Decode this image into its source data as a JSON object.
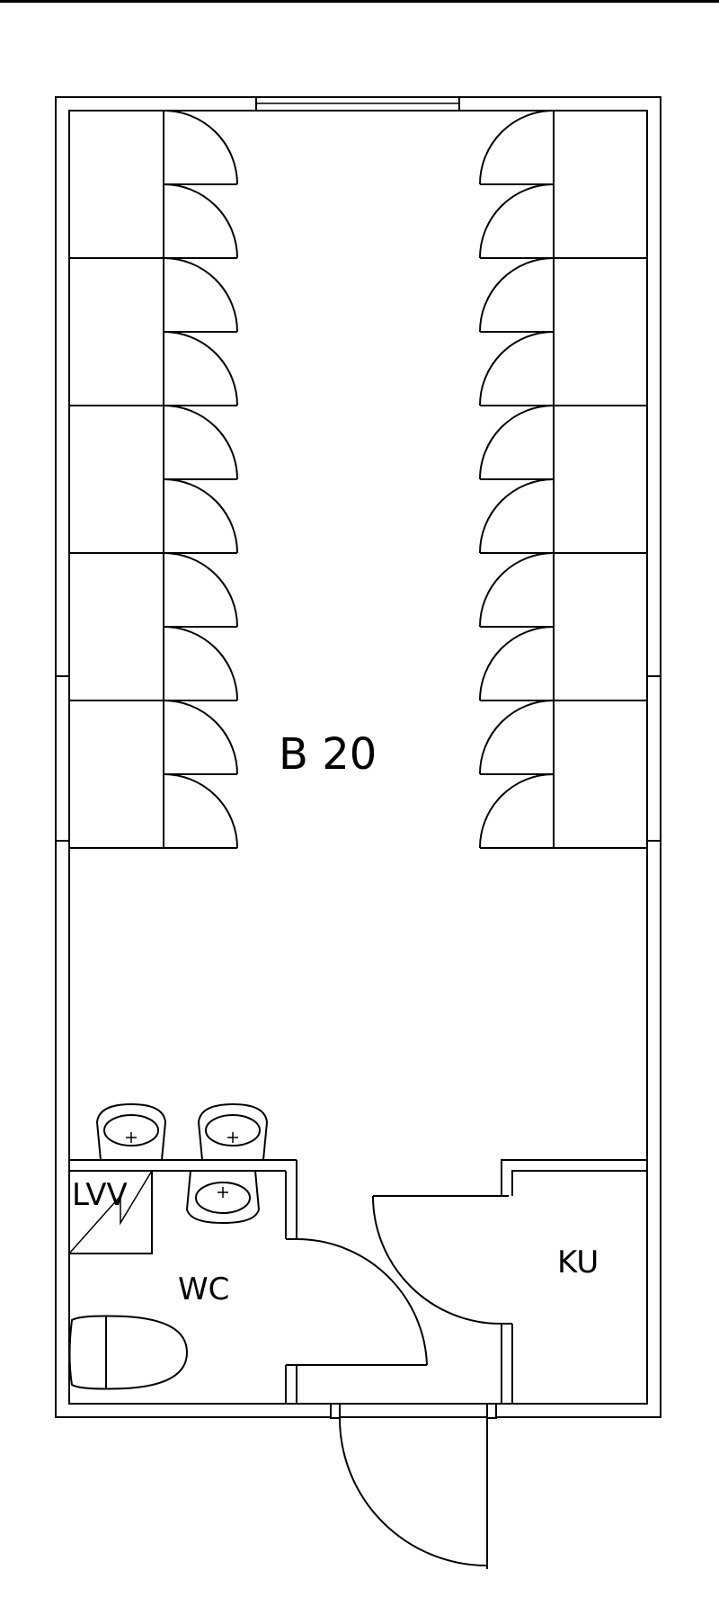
{
  "plan": {
    "room_main": "B 20",
    "room_wc": "WC",
    "room_ku": "KU",
    "equipment_lvv": "LVV",
    "locker_rows_per_side": 10
  },
  "colors": {
    "line": "#000000",
    "background": "#ffffff"
  }
}
